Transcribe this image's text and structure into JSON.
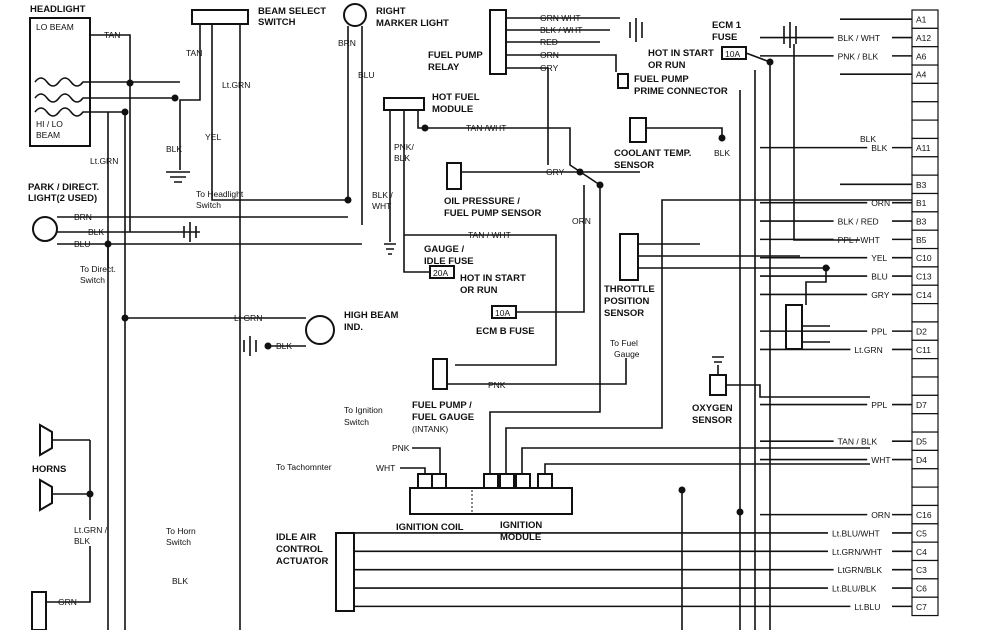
{
  "components": {
    "headlight": "HEADLIGHT",
    "lo_beam": "LO BEAM",
    "hi_lo_1": "HI / LO",
    "hi_lo_2": "BEAM",
    "beam_select_1": "BEAM SELECT",
    "beam_select_2": "SWITCH",
    "right_marker_1": "RIGHT",
    "right_marker_2": "MARKER LIGHT",
    "fuel_pump_relay_1": "FUEL PUMP",
    "fuel_pump_relay_2": "RELAY",
    "hot_fuel_1": "HOT FUEL",
    "hot_fuel_2": "MODULE",
    "park_1": "PARK / DIRECT.",
    "park_2": "LIGHT(2 USED)",
    "to_direct_1": "To Direct.",
    "to_direct_2": "Switch",
    "to_headlight_1": "To Headlight",
    "to_headlight_2": "Switch",
    "oil_1": "OIL PRESSURE /",
    "oil_2": "FUEL PUMP SENSOR",
    "gauge_1": "GAUGE /",
    "gauge_2": "IDLE FUSE",
    "hot_start_1": "HOT IN START",
    "hot_start_2": "OR RUN",
    "ecm_b_fuse": "ECM B FUSE",
    "high_beam_1": "HIGH BEAM",
    "high_beam_2": "IND.",
    "ecm1_1": "ECM 1",
    "ecm1_2": "FUSE",
    "hot_start_ecm_1": "HOT IN START",
    "hot_start_ecm_2": "OR RUN",
    "prime_1": "FUEL PUMP",
    "prime_2": "PRIME CONNECTOR",
    "coolant_1": "COOLANT TEMP.",
    "coolant_2": "SENSOR",
    "throttle_1": "THROTTLE",
    "throttle_2": "POSITION",
    "throttle_3": "SENSOR",
    "oxygen_1": "OXYGEN",
    "oxygen_2": "SENSOR",
    "to_fuel_gauge_1": "To Fuel",
    "to_fuel_gauge_2": "Gauge",
    "fuel_pump_gauge_1": "FUEL PUMP /",
    "fuel_pump_gauge_2": "FUEL GAUGE",
    "fuel_pump_gauge_3": "(INTANK)",
    "to_ignition_1": "To Ignition",
    "to_ignition_2": "Switch",
    "to_tach": "To Tachomnter",
    "ignition_coil": "IGNITION COIL",
    "ignition_module_1": "IGNITION",
    "ignition_module_2": "MODULE",
    "horns": "HORNS",
    "to_horn_1": "To Horn",
    "to_horn_2": "Switch",
    "iac_1": "IDLE AIR",
    "iac_2": "CONTROL",
    "iac_3": "ACTUATOR"
  },
  "fuses": {
    "ecm1": "10A",
    "gauge": "20A",
    "ecm_b": "10A"
  },
  "wires": {
    "tan": "TAN",
    "tan2": "TAN",
    "ltgrn_bs": "Lt.GRN",
    "yel": "YEL",
    "blk_hl": "BLK",
    "ltgrn_left": "Lt.GRN",
    "brn_marker": "BRN",
    "blu_marker": "BLU",
    "brn_park": "BRN",
    "blk_park": "BLK",
    "blu_park": "BLU",
    "pnk_blk": "PNK/",
    "pnk_blk2": "BLK",
    "blk_wht": "BLK /",
    "blk_wht2": "WHT",
    "tan_wht1": "TAN /WHT",
    "tan_wht2": "TAN / WHT",
    "gry_oil": "GRY",
    "orn_vert": "ORN",
    "ltgrn_hb": "Lt GRN",
    "blk_hb": "BLK",
    "pnk_fp": "PNK",
    "pnk_ign": "PNK",
    "wht_tach": "WHT",
    "grn_wht": "GRN  WHT",
    "blk_wht_r": "BLK / WHT",
    "red_r": "RED",
    "orn_r": "ORN",
    "gry_r": "GRY",
    "blk_wht_ecm": "BLK / WHT",
    "pnk_blk_ecm": "PNK / BLK",
    "blk_cool": "BLK",
    "blk_cool2": "BLK",
    "ltgrn_blk": "Lt.GRN /",
    "ltgrn_blk2": "BLK",
    "blk_horn": "BLK",
    "grn_bottom": "GRN"
  },
  "connector_rows": [
    {
      "pin": "A1",
      "wire": ""
    },
    {
      "pin": "A12",
      "wire": "BLK / WHT"
    },
    {
      "pin": "A6",
      "wire": "PNK / BLK"
    },
    {
      "pin": "A4",
      "wire": ""
    },
    {
      "pin": "",
      "wire": ""
    },
    {
      "pin": "",
      "wire": ""
    },
    {
      "pin": "",
      "wire": ""
    },
    {
      "pin": "A11",
      "wire": "BLK"
    },
    {
      "pin": "",
      "wire": ""
    },
    {
      "pin": "B3",
      "wire": ""
    },
    {
      "pin": "B1",
      "wire": "ORN"
    },
    {
      "pin": "B3",
      "wire": "BLK / RED"
    },
    {
      "pin": "B5",
      "wire": "PPL / WHT"
    },
    {
      "pin": "C10",
      "wire": "YEL"
    },
    {
      "pin": "C13",
      "wire": "BLU"
    },
    {
      "pin": "C14",
      "wire": "GRY"
    },
    {
      "pin": "",
      "wire": ""
    },
    {
      "pin": "D2",
      "wire": "PPL"
    },
    {
      "pin": "C11",
      "wire": "Lt.GRN"
    },
    {
      "pin": "",
      "wire": ""
    },
    {
      "pin": "",
      "wire": ""
    },
    {
      "pin": "D7",
      "wire": "PPL"
    },
    {
      "pin": "",
      "wire": ""
    },
    {
      "pin": "D5",
      "wire": "TAN / BLK"
    },
    {
      "pin": "D4",
      "wire": "WHT"
    },
    {
      "pin": "",
      "wire": ""
    },
    {
      "pin": "",
      "wire": ""
    },
    {
      "pin": "C16",
      "wire": "ORN"
    },
    {
      "pin": "C5",
      "wire": "Lt.BLU/WHT"
    },
    {
      "pin": "C4",
      "wire": "Lt.GRN/WHT"
    },
    {
      "pin": "C3",
      "wire": "LtGRN/BLK"
    },
    {
      "pin": "C6",
      "wire": "Lt.BLU/BLK"
    },
    {
      "pin": "C7",
      "wire": "Lt.BLU"
    }
  ]
}
